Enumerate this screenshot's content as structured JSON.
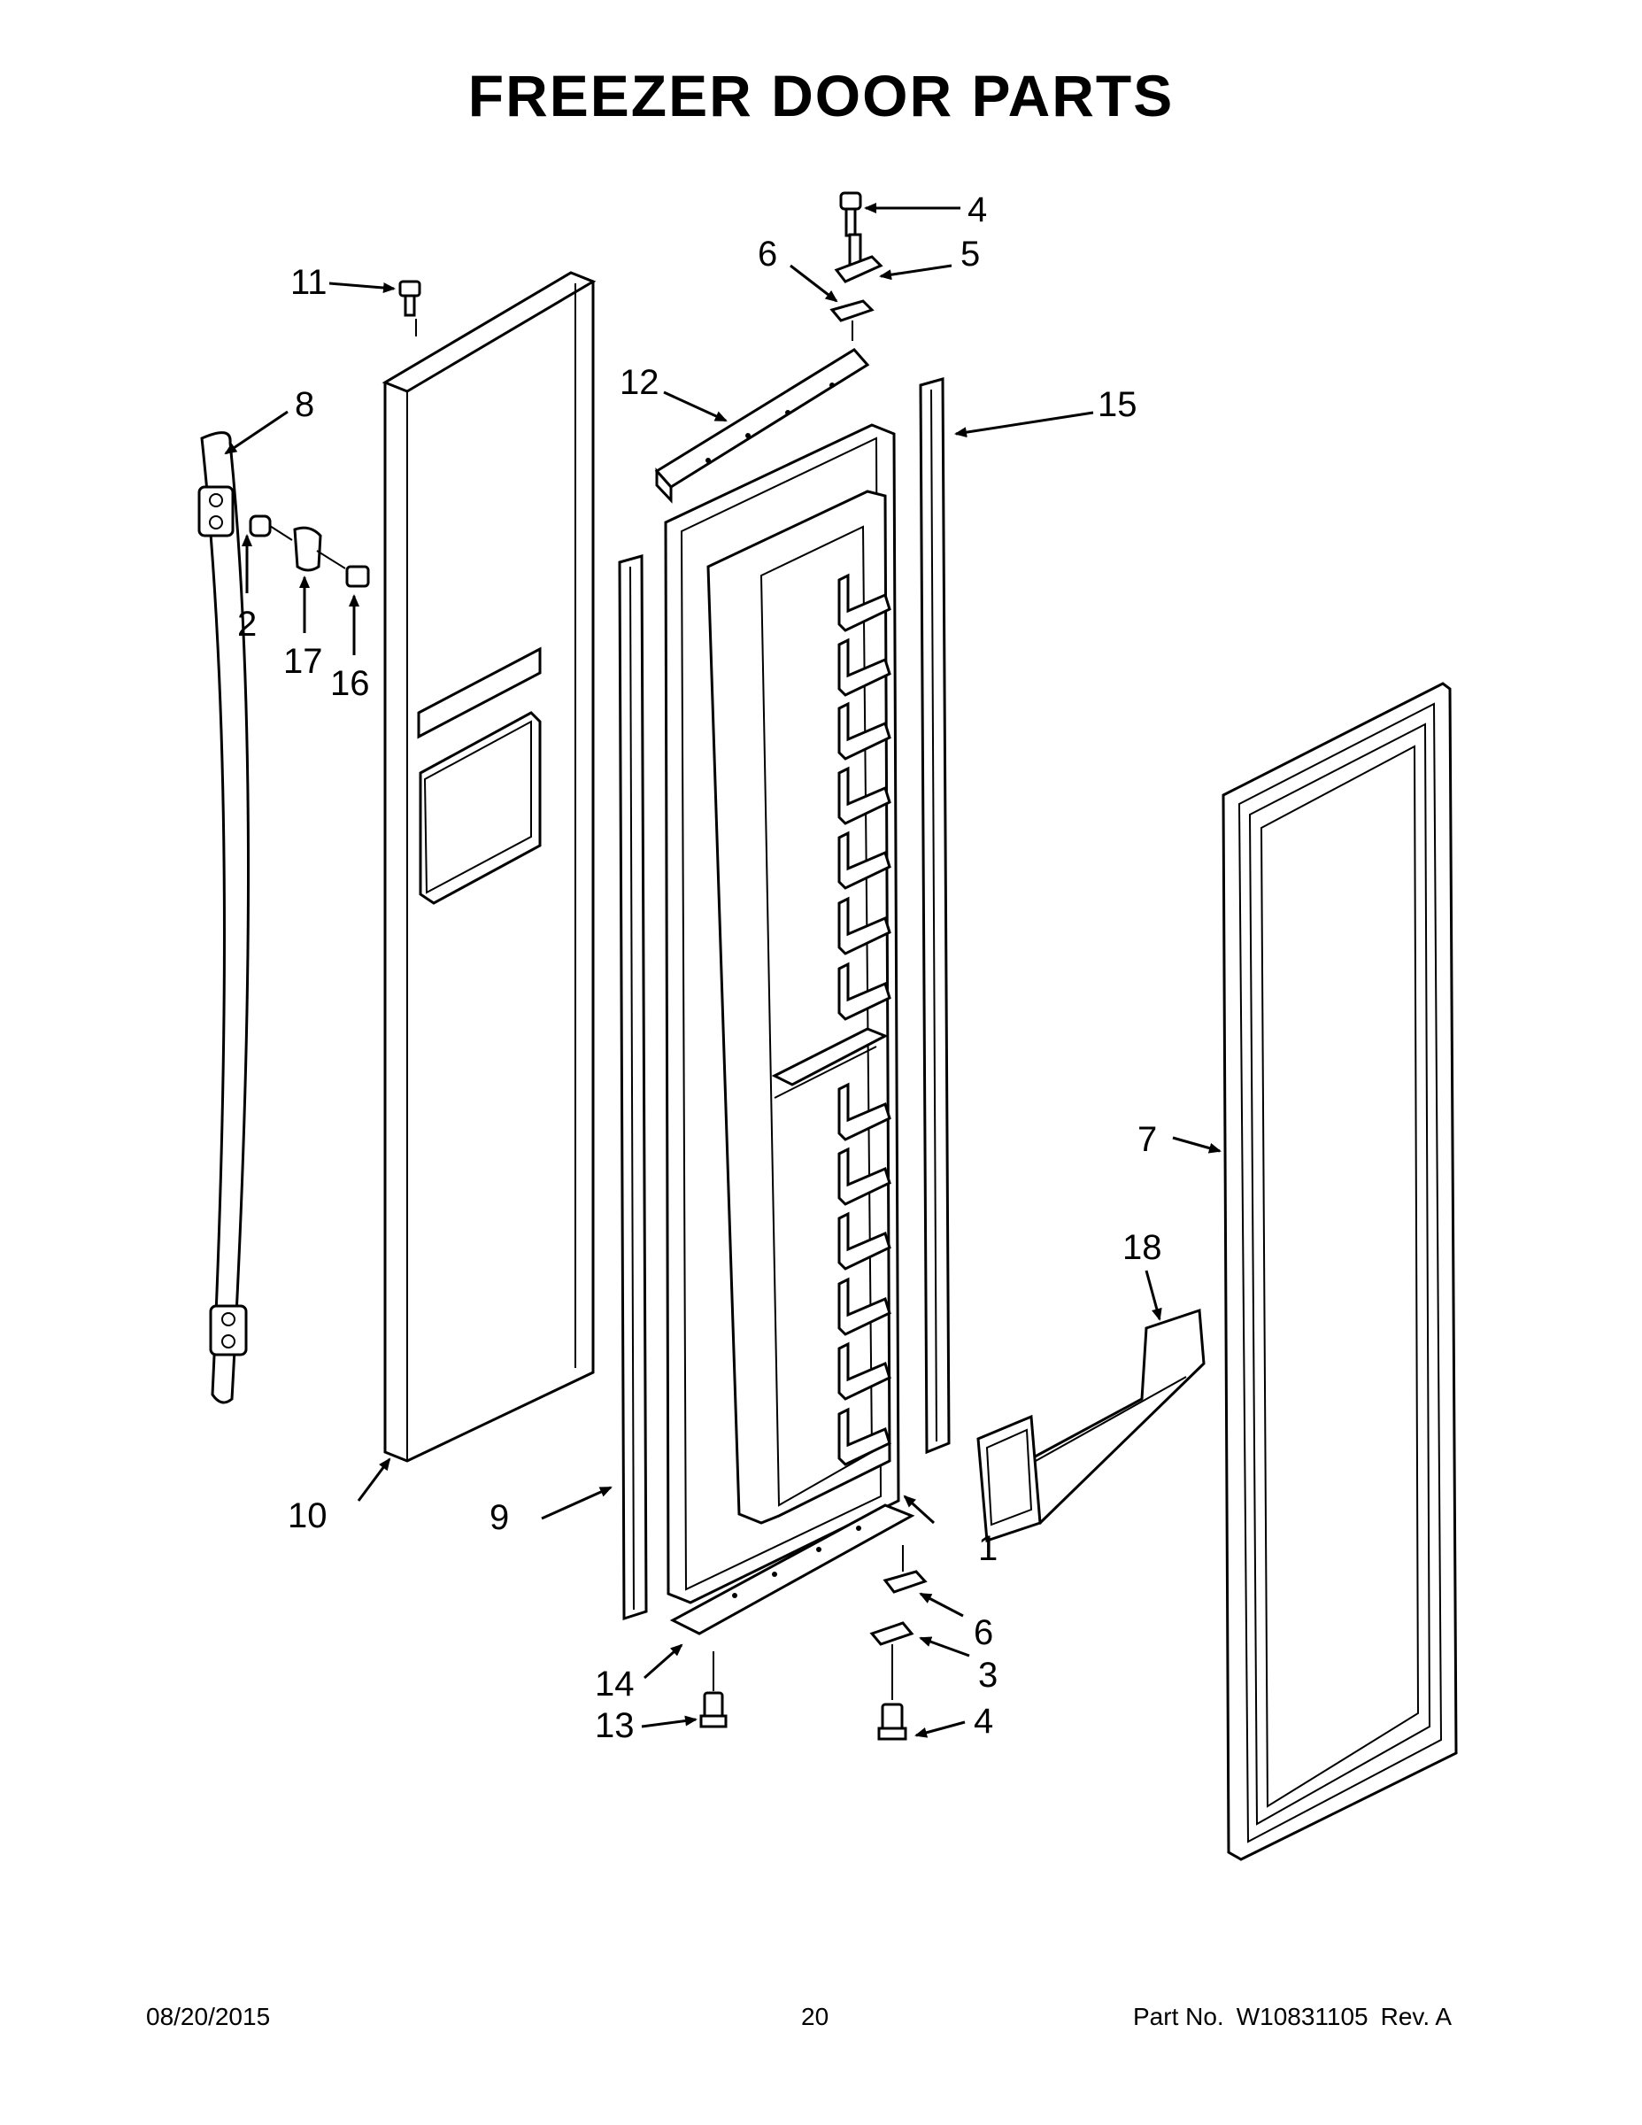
{
  "title": "FREEZER DOOR PARTS",
  "callouts": [
    {
      "key": "c1",
      "label": "1"
    },
    {
      "key": "c2",
      "label": "2"
    },
    {
      "key": "c3",
      "label": "3"
    },
    {
      "key": "c4a",
      "label": "4"
    },
    {
      "key": "c4b",
      "label": "4"
    },
    {
      "key": "c5",
      "label": "5"
    },
    {
      "key": "c6a",
      "label": "6"
    },
    {
      "key": "c6b",
      "label": "6"
    },
    {
      "key": "c7",
      "label": "7"
    },
    {
      "key": "c8",
      "label": "8"
    },
    {
      "key": "c9",
      "label": "9"
    },
    {
      "key": "c10",
      "label": "10"
    },
    {
      "key": "c11",
      "label": "11"
    },
    {
      "key": "c12",
      "label": "12"
    },
    {
      "key": "c13",
      "label": "13"
    },
    {
      "key": "c14",
      "label": "14"
    },
    {
      "key": "c15",
      "label": "15"
    },
    {
      "key": "c16",
      "label": "16"
    },
    {
      "key": "c17",
      "label": "17"
    },
    {
      "key": "c18",
      "label": "18"
    }
  ],
  "footer": {
    "date": "08/20/2015",
    "page": "20",
    "part_label": "Part No.",
    "part_number": "W10831105",
    "revision": "Rev.  A"
  }
}
